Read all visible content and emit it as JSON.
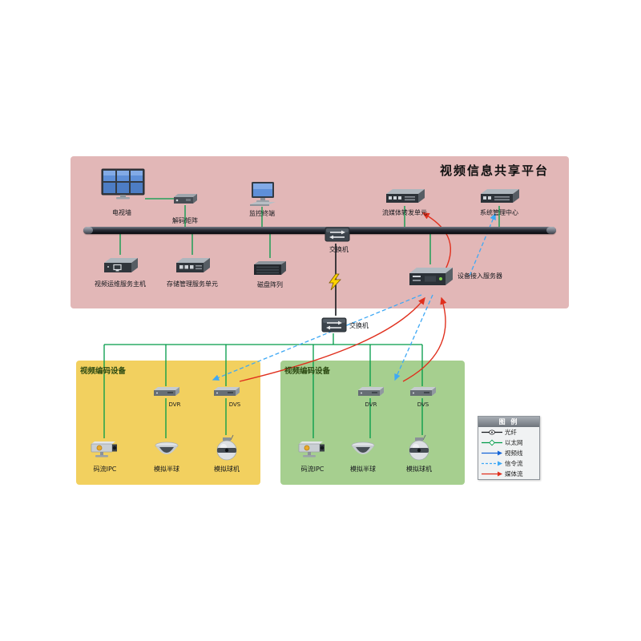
{
  "diagram": {
    "title": "视频信息共享平台",
    "regions": {
      "encoder_left": {
        "label": "视频编码设备"
      },
      "encoder_right": {
        "label": "视频编码设备"
      }
    },
    "devices": {
      "tv_wall": "电视墙",
      "decoder": "解码矩阵",
      "monitor_terminal": "监控终端",
      "stream_unit": "流媒体转发单元",
      "sys_center": "系统管理中心",
      "switch_top": "交换机",
      "switch_bottom": "交换机",
      "ops_host": "视频运维服务主机",
      "storage_unit": "存储管理服务单元",
      "disk_array": "磁盘阵列",
      "access_server": "设备接入服务器",
      "dvr_left": "DVR",
      "dvs_left": "DVS",
      "ipc_left": "码流IPC",
      "dome_left": "模拟半球",
      "ball_left": "模拟球机",
      "dvr_right": "DVR",
      "dvs_right": "DVS",
      "ipc_right": "码流IPC",
      "dome_right": "模拟半球",
      "ball_right": "模拟球机"
    },
    "legend": {
      "title": "图 例",
      "items": [
        {
          "label": "光纤"
        },
        {
          "label": "以太网"
        },
        {
          "label": "视频线"
        },
        {
          "label": "信令流"
        },
        {
          "label": "媒体流"
        }
      ]
    },
    "colors": {
      "platform_bg": "#e2b7b7",
      "encoder_left_bg": "#f2d05f",
      "encoder_right_bg": "#a6cf8f",
      "ethernet": "#009b48",
      "fiber": "#15181d",
      "video": "#1565d8",
      "signal": "#3fa9f5",
      "media": "#e0301e"
    }
  }
}
